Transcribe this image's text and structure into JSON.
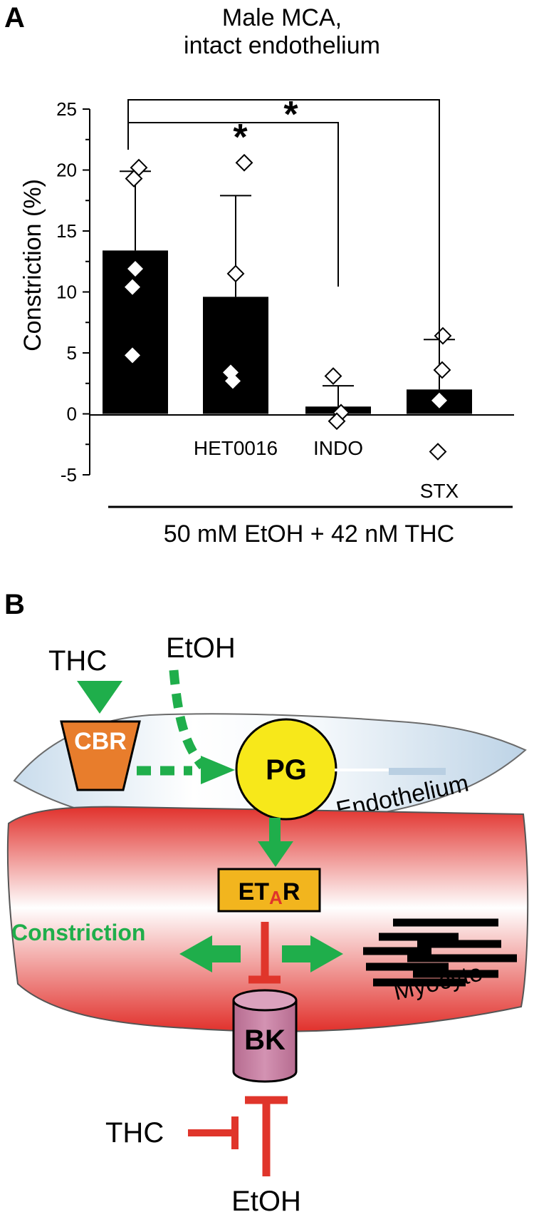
{
  "panel_a": {
    "letter": "A",
    "title_line1": "Male MCA,",
    "title_line2": "intact endothelium",
    "treatment": "50 mM EtOH + 42 nM THC",
    "significance_marker": "*"
  },
  "chart_data": {
    "type": "bar",
    "title": "Male MCA, intact endothelium",
    "ylabel": "Constriction (%)",
    "xlabel": "50 mM EtOH + 42 nM THC",
    "categories": [
      "",
      "HET0016",
      "INDO",
      "STX"
    ],
    "values": [
      13.4,
      9.6,
      0.6,
      2.0
    ],
    "error_upper": [
      19.9,
      17.9,
      2.3,
      6.1
    ],
    "ylim": [
      -5,
      25
    ],
    "yticks": [
      "25",
      "20",
      "15",
      "10",
      "5",
      "0",
      "-5"
    ],
    "points": [
      {
        "group": 0,
        "style": "open",
        "values": [
          20.2,
          19.3
        ]
      },
      {
        "group": 0,
        "style": "filled",
        "values": [
          11.9,
          10.4,
          4.8
        ]
      },
      {
        "group": 1,
        "style": "open",
        "values": [
          20.6,
          11.5
        ]
      },
      {
        "group": 1,
        "style": "filled",
        "values": [
          3.4,
          2.7
        ]
      },
      {
        "group": 2,
        "style": "open",
        "values": [
          3.1,
          0.1,
          -0.6
        ]
      },
      {
        "group": 3,
        "style": "open",
        "values": [
          6.4,
          3.6,
          -3.1
        ]
      },
      {
        "group": 3,
        "style": "filled",
        "values": [
          1.1
        ]
      }
    ],
    "comparisons": [
      {
        "from": 0,
        "to": 3,
        "label": "*"
      },
      {
        "from": 0,
        "to": 2,
        "label": "*"
      }
    ],
    "legend": "none",
    "grid": false
  },
  "panel_b": {
    "letter": "B",
    "thc_top": "THC",
    "etoh_top": "EtOH",
    "cbr": "CBR",
    "pg": "PG",
    "endothelium": "Endothelium",
    "etar_main": "ET",
    "etar_sub": "A",
    "etar_end": "R",
    "constriction": "Constriction",
    "myocyte": "Myocyte",
    "bk": "BK",
    "thc_bottom": "THC",
    "etoh_bottom": "EtOH",
    "colors": {
      "green": "#1fae4b",
      "red": "#e0352b",
      "cbr_fill": "#e87d2c",
      "pg_fill": "#f7e81a",
      "etar_fill": "#f2b51e",
      "bk_fill": "#c882a4",
      "endothelium_fill": "#d3e3f0",
      "myocyte_red": "#e1312c"
    }
  }
}
